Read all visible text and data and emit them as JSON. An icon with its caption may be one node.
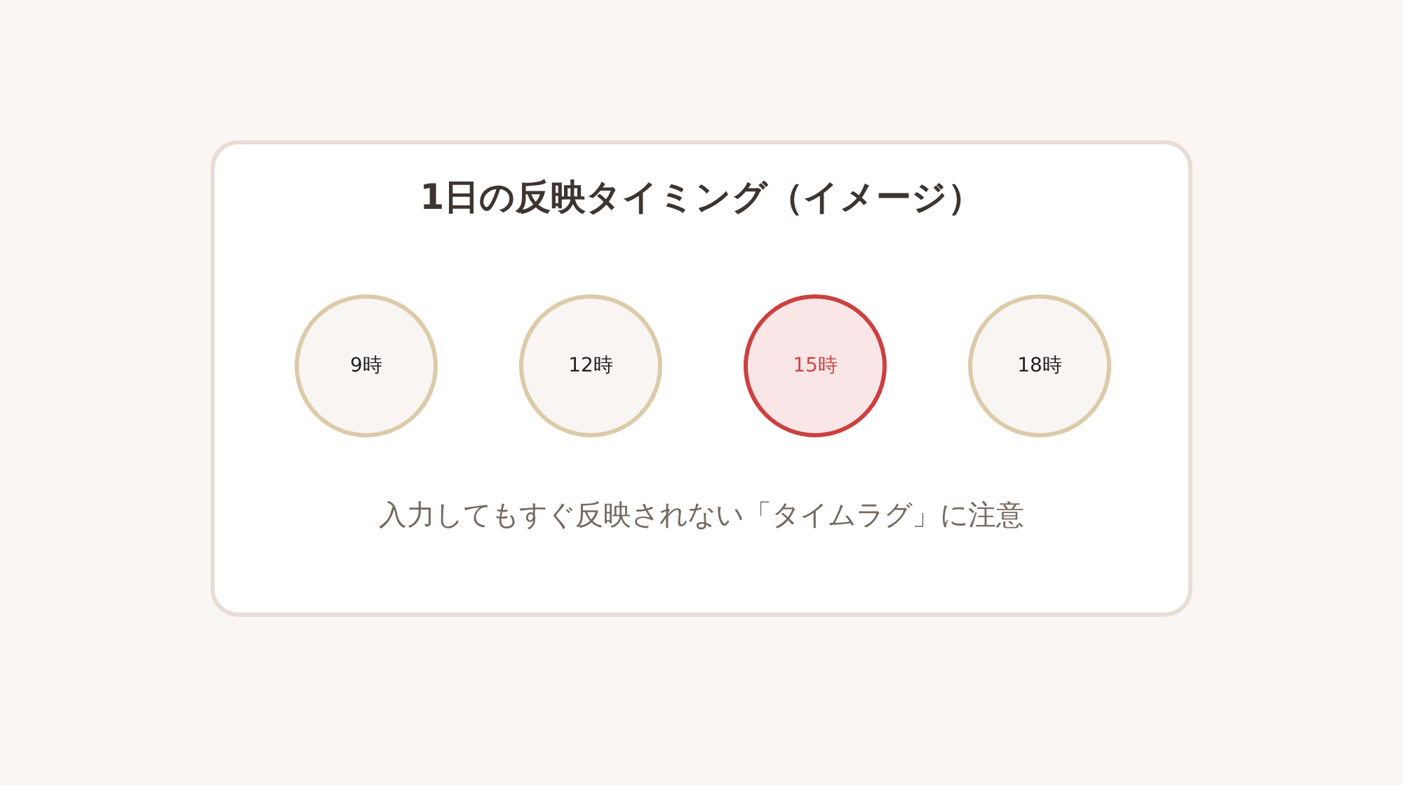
{
  "diagram": {
    "nodes": [
      {
        "text": [
          "1日の反映タイミング（イメージ）",
          "入力してもすぐ反映されない「タイムラグ」に注意"
        ]
      },
      {
        "text": [
          "9時"
        ],
        "in": 0
      },
      {
        "text": [
          "12時"
        ],
        "in": 0
      },
      {
        "text": [
          "15時"
        ],
        "in": 0
      },
      {
        "text": [
          "18時"
        ],
        "in": 0
      }
    ]
  }
}
